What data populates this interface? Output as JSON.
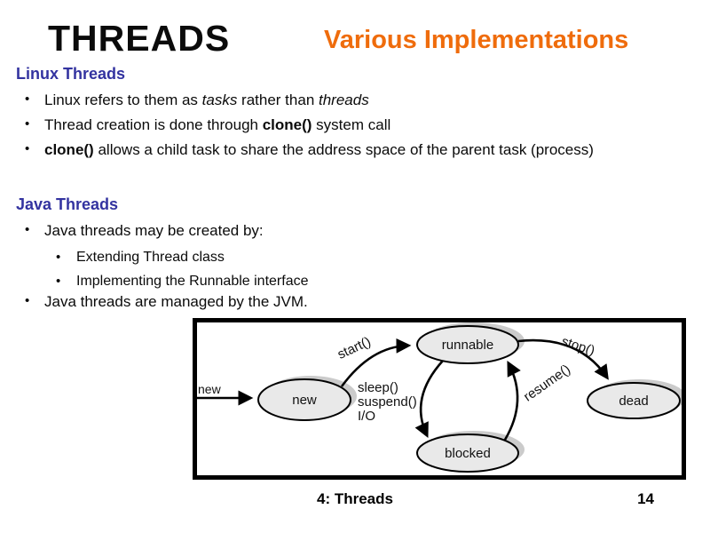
{
  "title": {
    "main": "THREADS",
    "subtitle": "Various Implementations"
  },
  "bullet_glyph": "•",
  "sections": [
    {
      "heading": "Linux Threads",
      "bullets": [
        {
          "level": 1,
          "segments": [
            {
              "t": "Linux refers to them as "
            },
            {
              "t": "tasks",
              "i": true
            },
            {
              "t": " rather than "
            },
            {
              "t": "threads",
              "i": true
            }
          ]
        },
        {
          "level": 1,
          "segments": [
            {
              "t": "Thread creation is done through "
            },
            {
              "t": "clone()",
              "b": true
            },
            {
              "t": " system call"
            }
          ]
        },
        {
          "level": 1,
          "segments": [
            {
              "t": "clone()",
              "b": true
            },
            {
              "t": " allows a child task to share the address space of the parent task (process)"
            }
          ]
        }
      ]
    },
    {
      "heading": "Java Threads",
      "bullets": [
        {
          "level": 1,
          "segments": [
            {
              "t": "Java threads may be created by:"
            }
          ]
        },
        {
          "level": 2,
          "segments": [
            {
              "t": "Extending Thread class"
            }
          ]
        },
        {
          "level": 2,
          "segments": [
            {
              "t": "Implementing the Runnable interface"
            }
          ]
        },
        {
          "level": 1,
          "segments": [
            {
              "t": "Java threads are managed by the JVM."
            }
          ]
        }
      ]
    }
  ],
  "diagram": {
    "title": "thread state diagram",
    "states": [
      {
        "label": "new"
      },
      {
        "label": "runnable"
      },
      {
        "label": "blocked"
      },
      {
        "label": "dead"
      }
    ],
    "transitions": [
      {
        "from": "start",
        "to": "new",
        "label": "new"
      },
      {
        "from": "new",
        "to": "runnable",
        "label": "start()"
      },
      {
        "from": "runnable",
        "to": "blocked",
        "labels": [
          "sleep()",
          "suspend()",
          "I/O"
        ]
      },
      {
        "from": "blocked",
        "to": "runnable",
        "label": "resume()"
      },
      {
        "from": "runnable",
        "to": "dead",
        "label": "stop()"
      }
    ]
  },
  "footer": {
    "center": "4: Threads",
    "page_number": "14"
  },
  "colors": {
    "heading_blue": "#3333A0",
    "subtitle_orange": "#EF6C0C",
    "state_fill": "#E9E9E9",
    "state_shadow": "#CBCBCB",
    "border_black": "#000000"
  }
}
